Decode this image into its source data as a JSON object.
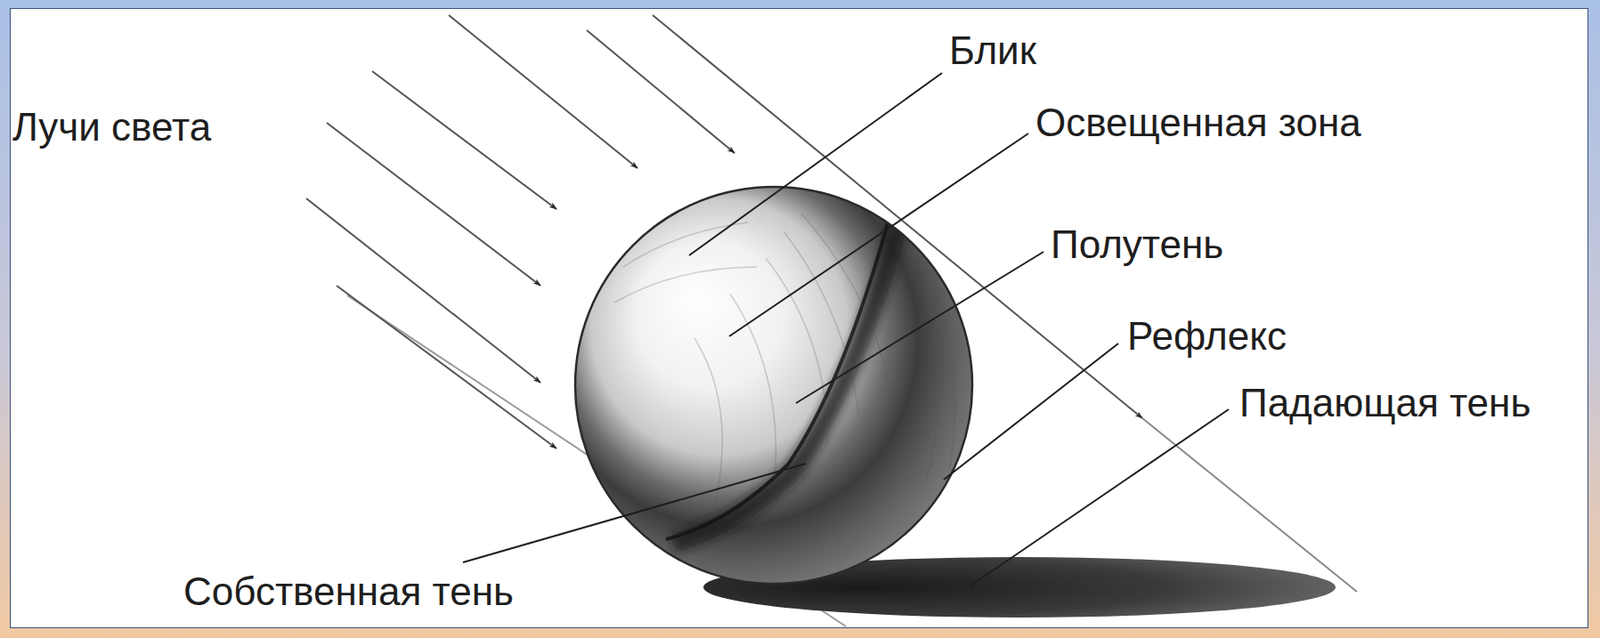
{
  "diagram": {
    "labels": [
      "Лучи света",
      "Блик",
      "Освещенная зона",
      "Полутень",
      "Рефлекс",
      "Падающая тень",
      "Собственная тень"
    ]
  }
}
